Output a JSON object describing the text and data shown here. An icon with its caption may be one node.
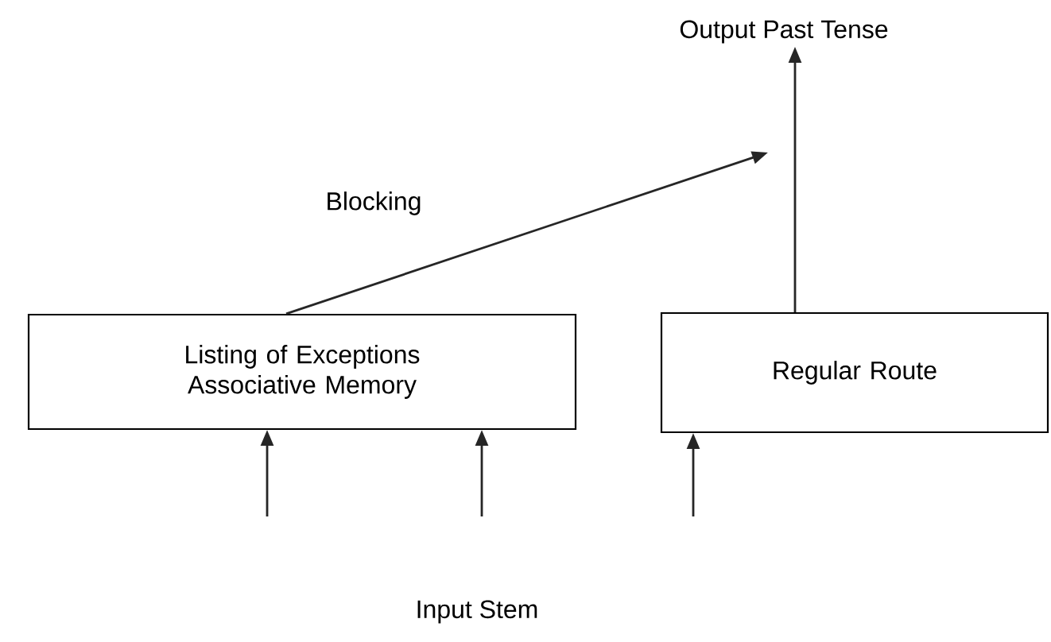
{
  "diagram": {
    "nodes": [
      {
        "text": [
          "Listing of Exceptions Associative Memory"
        ]
      },
      {
        "text": [
          "Regular Route"
        ]
      },
      {
        "text": [
          "Output Past Tense"
        ]
      }
    ],
    "edges": [
      {
        "from": 1,
        "to": 2,
        "arrow": "to"
      },
      {
        "from": 0,
        "to": null,
        "arrow": "to",
        "label": "Blocking"
      },
      {
        "from": null,
        "to": 0,
        "arrow": "to"
      },
      {
        "from": null,
        "to": 0,
        "arrow": "to"
      },
      {
        "from": null,
        "to": 1,
        "arrow": "to"
      }
    ],
    "labels": [
      "Input Stem"
    ]
  }
}
